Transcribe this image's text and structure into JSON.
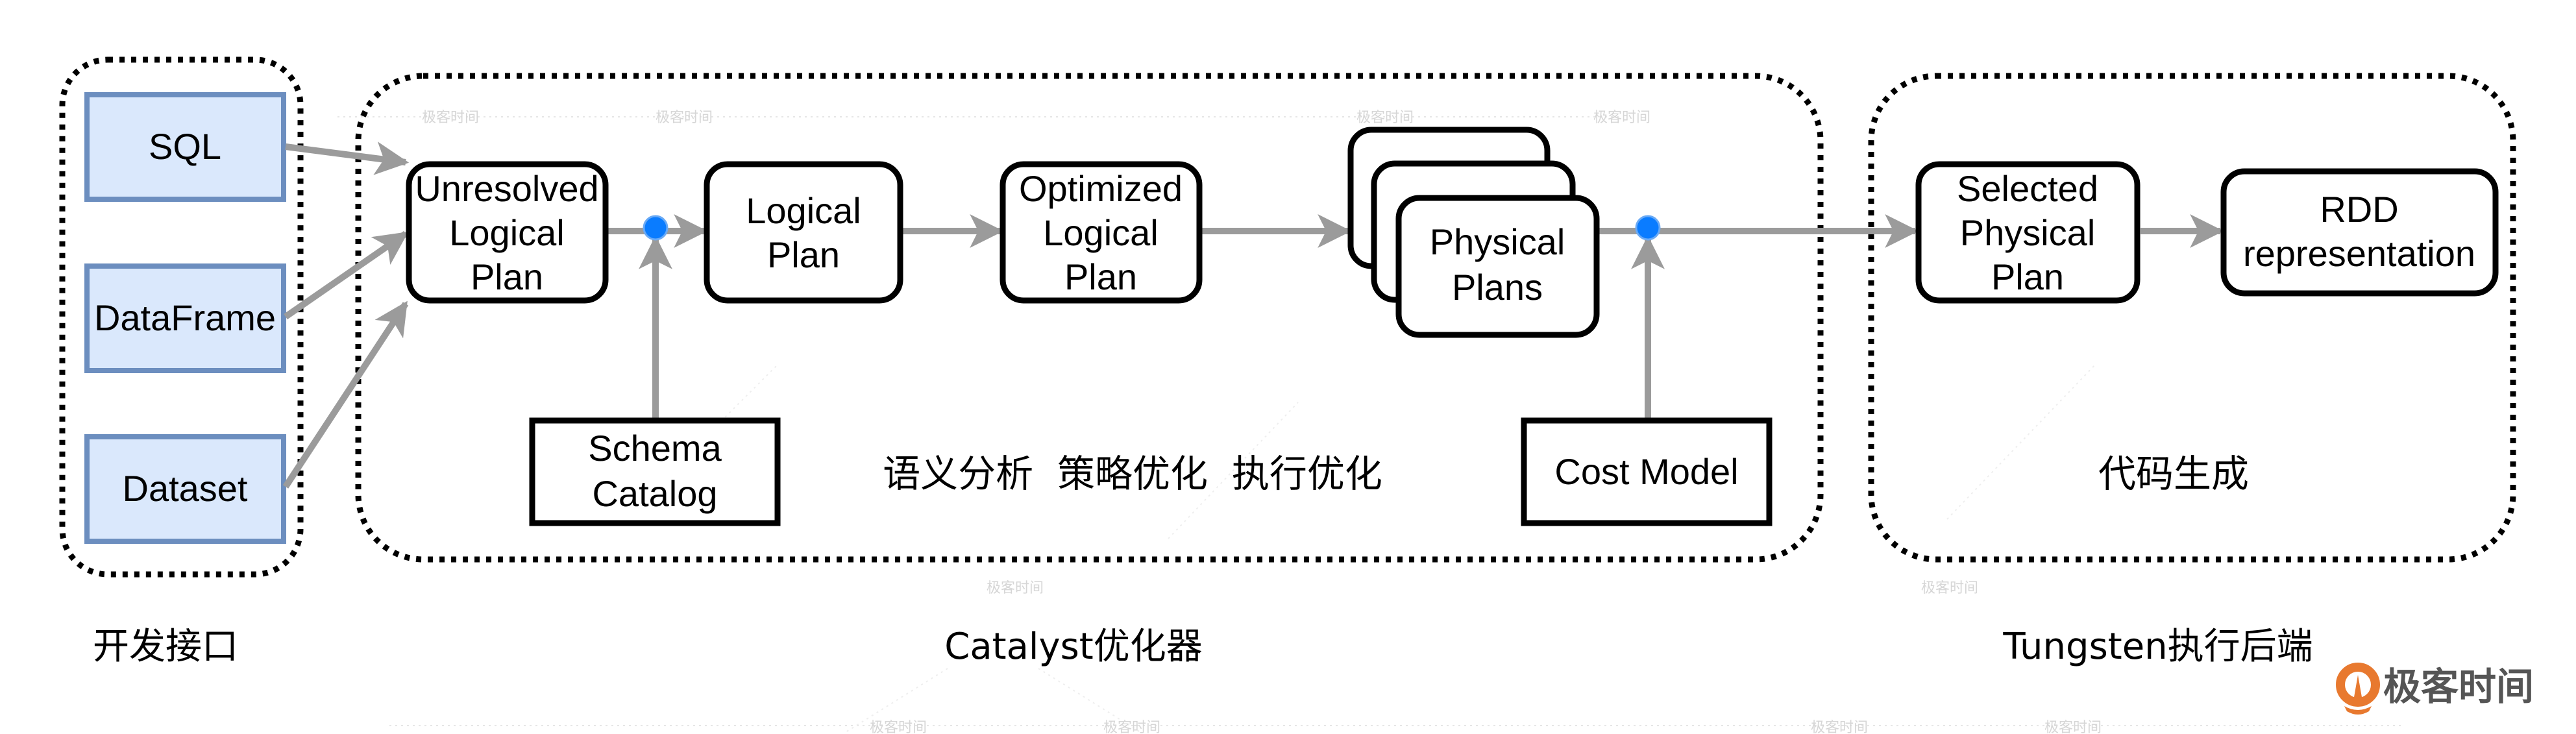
{
  "diagram": {
    "title": "Spark SQL architecture: developer APIs, Catalyst optimizer, Tungsten execution backend",
    "colors": {
      "api_fill": "#dae8fc",
      "api_stroke": "#6c8ebf",
      "arrow": "#9b9b9b",
      "junction": "#0a7cff",
      "box_stroke": "#000000",
      "container_stroke": "#000000",
      "logo_orange": "#e8792f",
      "logo_text": "#555555",
      "watermark": "#d6d6d6"
    },
    "groups": {
      "api": {
        "label": "开发接口",
        "items": [
          {
            "id": "sql",
            "label": "SQL"
          },
          {
            "id": "dataframe",
            "label": "DataFrame"
          },
          {
            "id": "dataset",
            "label": "Dataset"
          }
        ]
      },
      "catalyst": {
        "label": "Catalyst优化器",
        "stages_caption": "语义分析  策略优化  执行优化",
        "nodes": {
          "unresolved": [
            "Unresolved",
            "Logical",
            "Plan"
          ],
          "logical": [
            "Logical",
            "Plan"
          ],
          "optimized": [
            "Optimized",
            "Logical",
            "Plan"
          ],
          "physical": [
            "Physical",
            "Plans"
          ],
          "schema_catalog": [
            "Schema",
            "Catalog"
          ],
          "cost_model": [
            "Cost Model"
          ]
        }
      },
      "tungsten": {
        "label": "Tungsten执行后端",
        "stages_caption": "代码生成",
        "nodes": {
          "selected": [
            "Selected",
            "Physical",
            "Plan"
          ],
          "rdd": [
            "RDD",
            "representation"
          ]
        }
      }
    },
    "edges": [
      {
        "from": "SQL",
        "to": "Unresolved Logical Plan"
      },
      {
        "from": "DataFrame",
        "to": "Unresolved Logical Plan"
      },
      {
        "from": "Dataset",
        "to": "Unresolved Logical Plan"
      },
      {
        "from": "Unresolved Logical Plan",
        "to": "Logical Plan",
        "via": "Schema Catalog"
      },
      {
        "from": "Logical Plan",
        "to": "Optimized Logical Plan"
      },
      {
        "from": "Optimized Logical Plan",
        "to": "Physical Plans"
      },
      {
        "from": "Physical Plans",
        "to": "Selected Physical Plan",
        "via": "Cost Model"
      },
      {
        "from": "Selected Physical Plan",
        "to": "RDD representation"
      }
    ],
    "watermark_text": "极客时间",
    "brand": {
      "name": "极客时间"
    }
  }
}
